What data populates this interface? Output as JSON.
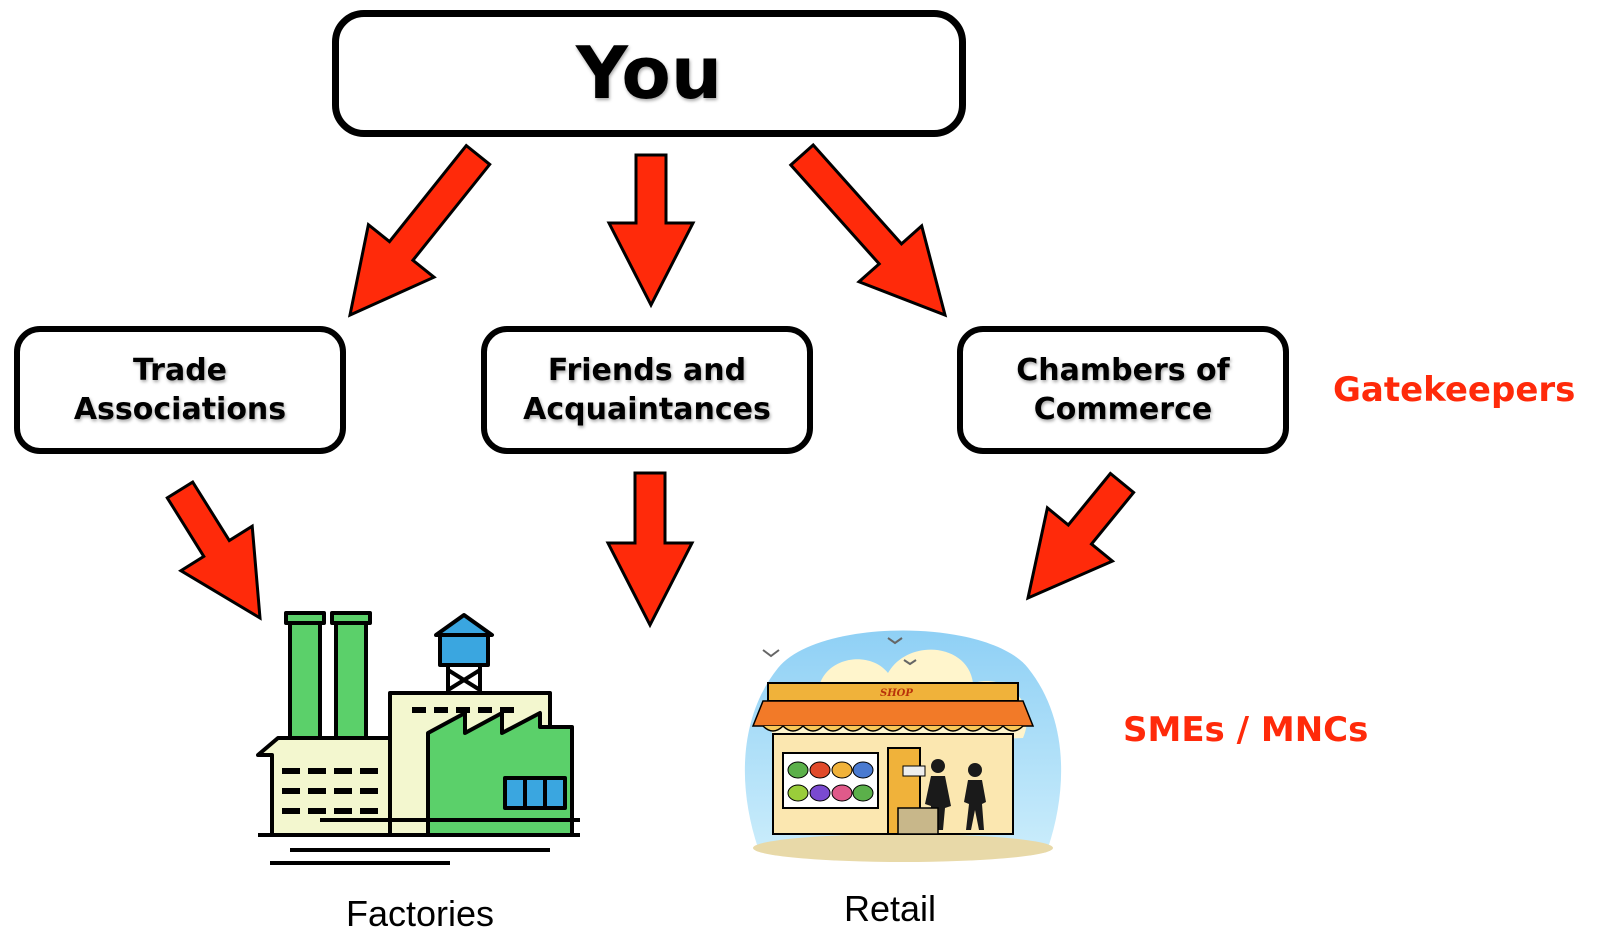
{
  "top_node": {
    "label": "You"
  },
  "gatekeepers": [
    {
      "line1": "Trade",
      "line2": "Associations"
    },
    {
      "line1": "Friends and",
      "line2": "Acquaintances"
    },
    {
      "line1": "Chambers of",
      "line2": "Commerce"
    }
  ],
  "labels": {
    "gatekeepers": "Gatekeepers",
    "smes_mncs": "SMEs / MNCs"
  },
  "destinations": [
    {
      "caption": "Factories",
      "icon": "factory-icon"
    },
    {
      "caption": "Retail",
      "icon": "shop-icon",
      "sign_text": "SHOP"
    }
  ],
  "colors": {
    "arrow_fill": "#ff2a0a",
    "label_accent": "#ff2a0a"
  }
}
